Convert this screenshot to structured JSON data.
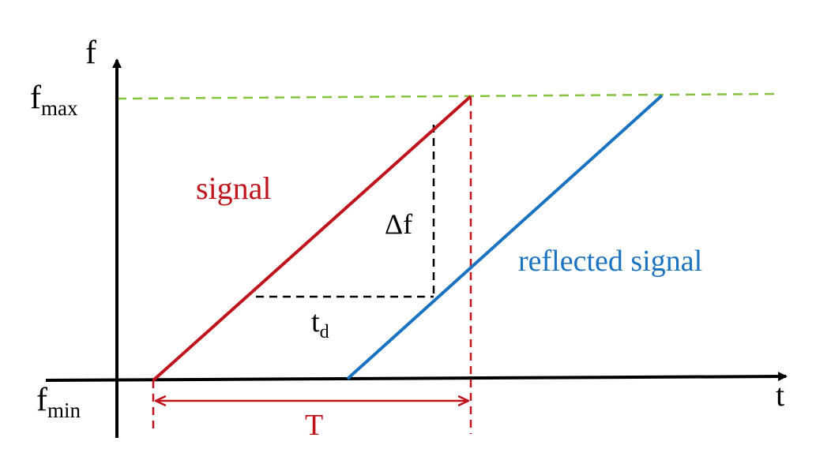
{
  "labels": {
    "y_axis": "f",
    "x_axis": "t",
    "f_max_base": "f",
    "f_max_sub": "max",
    "f_min_base": "f",
    "f_min_sub": "min",
    "signal": "signal",
    "reflected": "reflected signal",
    "delta_f": "Δf",
    "td_base": "t",
    "td_sub": "d",
    "period": "T"
  },
  "colors": {
    "signal": "#c0141c",
    "reflected": "#1a73c0",
    "fmax_guide": "#86c440",
    "axis": "#000000",
    "measure": "#000000"
  }
}
